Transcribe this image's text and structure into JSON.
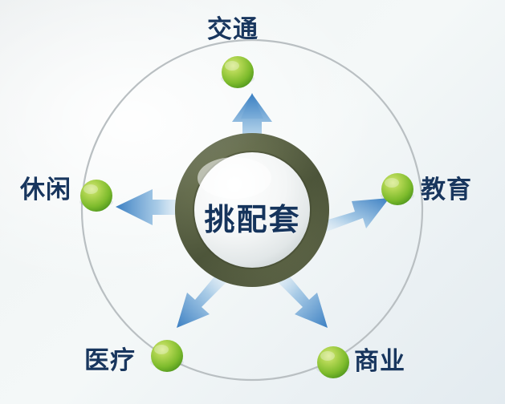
{
  "diagram": {
    "title_center": "挑配套",
    "type": "radial-hub-and-spoke",
    "hub": {
      "label": "挑配套",
      "ring_color": "#565e41",
      "inner_color": "#f2f4f4",
      "text_color": "#15345c"
    },
    "orbit": {
      "stroke_color": "#b9bfc2",
      "radius": 212
    },
    "background_colors": {
      "top_left": "#eceff0",
      "center": "#f4f8f8",
      "bottom_right": "#e3ebf0"
    },
    "arrow_color_tip": "#3a7fc1",
    "arrow_color_base": "#cfe2f2",
    "node_color_light": "#b9d94a",
    "node_color_dark": "#4e9a1e",
    "nodes": [
      {
        "id": "jiaotong",
        "label": "交通",
        "angle_deg": 270,
        "position": "top"
      },
      {
        "id": "jiaoyu",
        "label": "教育",
        "angle_deg": 342,
        "position": "right"
      },
      {
        "id": "shangye",
        "label": "商业",
        "angle_deg": 54,
        "position": "bottom-right"
      },
      {
        "id": "yiliao",
        "label": "医疗",
        "angle_deg": 126,
        "position": "bottom-left"
      },
      {
        "id": "xiuxian",
        "label": "休闲",
        "angle_deg": 198,
        "position": "left"
      }
    ]
  }
}
